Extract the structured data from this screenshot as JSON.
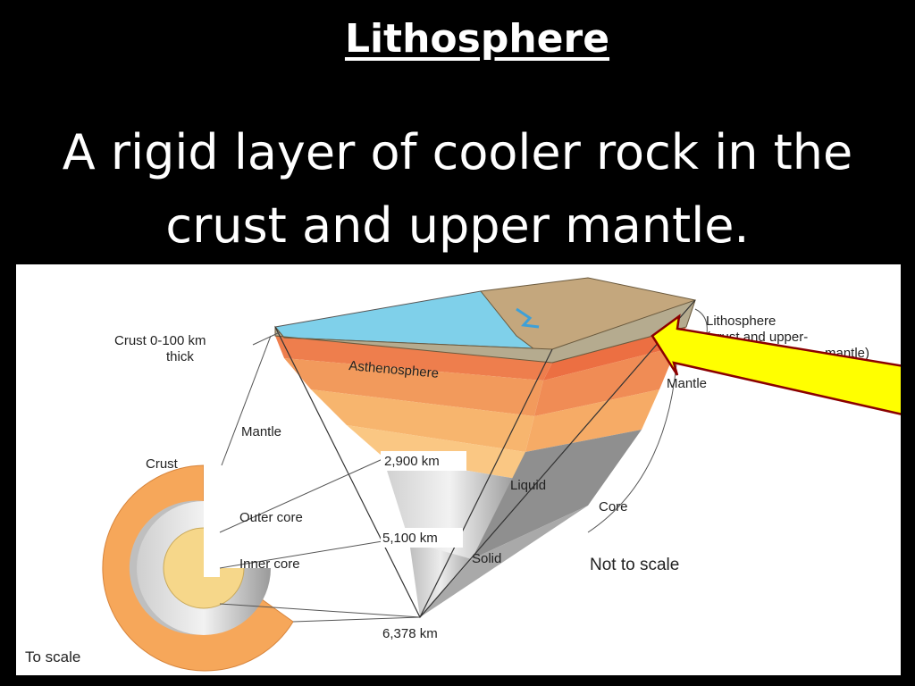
{
  "slide": {
    "title": "Lithosphere",
    "body_line1": "A rigid layer of cooler rock in the",
    "body_line2": "crust and upper mantle."
  },
  "figure": {
    "labels": {
      "crust_thickness_line1": "Crust 0-100 km",
      "crust_thickness_line2": "thick",
      "mantle_left": "Mantle",
      "crust": "Crust",
      "outer_core": "Outer core",
      "inner_core": "Inner core",
      "to_scale": "To scale",
      "asthenosphere": "Asthenosphere",
      "depth_2900": "2,900 km",
      "depth_5100": "5,100 km",
      "depth_6378": "6,378 km",
      "liquid": "Liquid",
      "solid": "Solid",
      "lithosphere_line1": "Lithosphere",
      "lithosphere_line2": "(crust and upper-",
      "lithosphere_line3": "mantle)",
      "mantle_right": "Mantle",
      "core": "Core",
      "not_to_scale": "Not to scale"
    },
    "colors": {
      "arrow_fill": "#ffff00",
      "arrow_stroke": "#8b0000",
      "crust_orange": "#f5a04a",
      "asthenosphere": "#f07a4a",
      "ocean": "#7fd0ea"
    }
  }
}
